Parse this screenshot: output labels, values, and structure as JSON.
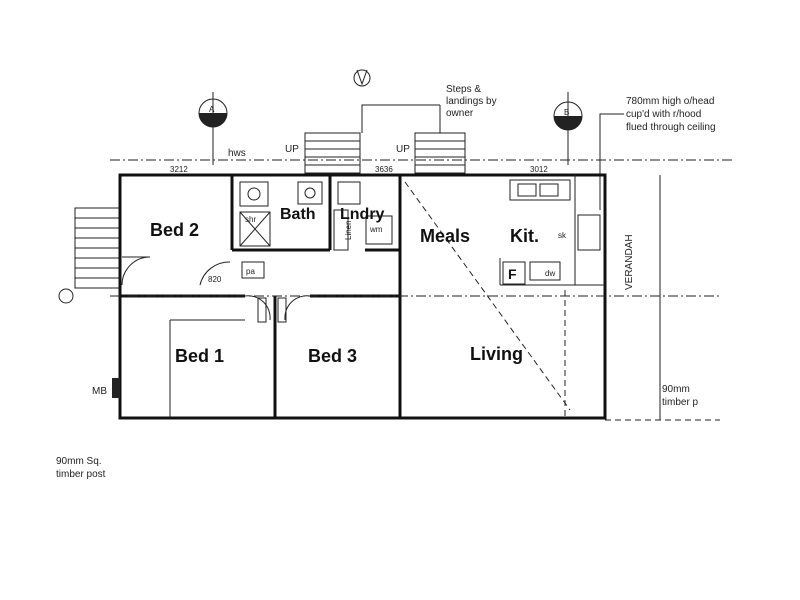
{
  "rooms": {
    "bed2": "Bed 2",
    "bath": "Bath",
    "lndry": "Lndry",
    "meals": "Meals",
    "kit": "Kit.",
    "bed1": "Bed 1",
    "bed3": "Bed 3",
    "living": "Living"
  },
  "labels": {
    "steps_note_1": "Steps &",
    "steps_note_2": "landings by",
    "steps_note_3": "owner",
    "rangehood_1": "780mm high o/head",
    "rangehood_2": "cup'd with r/hood",
    "rangehood_3": "flued through ceiling",
    "post_left_1": "90mm Sq.",
    "post_left_2": "timber post",
    "post_right_1": "90mm",
    "post_right_2": "timber p",
    "ms": "MB",
    "fridge": "F",
    "pantry": "pa",
    "hws": "hws",
    "up1": "UP",
    "up2": "UP",
    "section_a": "A",
    "section_b": "B",
    "dim_1": "3212",
    "dim_2": "3636",
    "dim_3": "3012",
    "linen": "Linen",
    "shr": "shr",
    "wm": "wm",
    "sink": "sk",
    "dw": "dw",
    "side_label": "VERANDAH",
    "door_820": "820"
  }
}
